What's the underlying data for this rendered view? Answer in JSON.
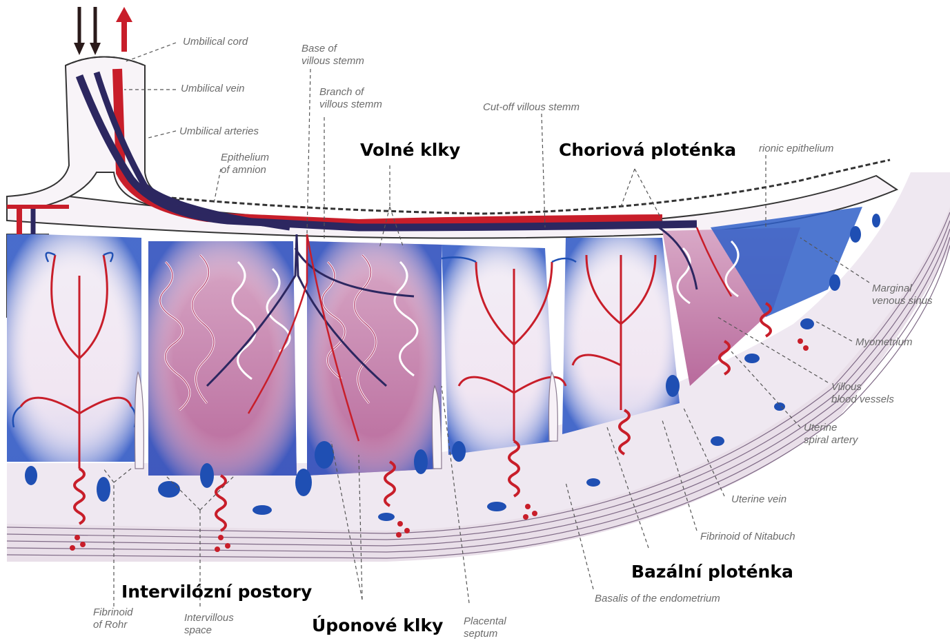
{
  "labels": {
    "umbilical_cord": "Umbilical cord",
    "umbilical_vein": "Umbilical vein",
    "umbilical_arteries": "Umbilical arteries",
    "epithelium_amnion": [
      "Epithelium",
      "of amnion"
    ],
    "base_villous_stem": [
      "Base of",
      "villous stemm"
    ],
    "branch_villous_stem": [
      "Branch of",
      "villous stemm"
    ],
    "cut_off_villous_stem": "Cut-off villous stemm",
    "chorionic_epithelium": "rionic epithelium",
    "marginal_venous_sinus": [
      "Marginal",
      "venous sinus"
    ],
    "myometrium": "Myometrium",
    "villous_blood_vessels": [
      "Villous",
      "blood vessels"
    ],
    "uterine_spiral_artery": [
      "Uterine",
      "spiral artery"
    ],
    "uterine_vein": "Uterine vein",
    "fibrinoid_nitabuch": "Fibrinoid of Nitabuch",
    "basalis_endometrium": "Basalis of the endometrium",
    "placental_septum": [
      "Placental",
      "septum"
    ],
    "intervillous_space": [
      "Intervillous",
      "space"
    ],
    "fibrinoid_rohr": [
      "Fibrinoid",
      "of Rohr"
    ]
  },
  "czech": {
    "volne_klky": "Volné klky",
    "choriova_plotenka": "Choriová ploténka",
    "intervilozni_postory": "Intervilózní postory",
    "uponove_klky": "Úponové klky",
    "bazalni_plotenka": "Bazální ploténka"
  },
  "colors": {
    "artery": "#c81e2a",
    "vein": "#2c2760",
    "maternal_blood": "#1f4fb3",
    "villi_tissue": "#c98bb0",
    "decidua": "#e8e0ec",
    "leader": "#555555"
  }
}
